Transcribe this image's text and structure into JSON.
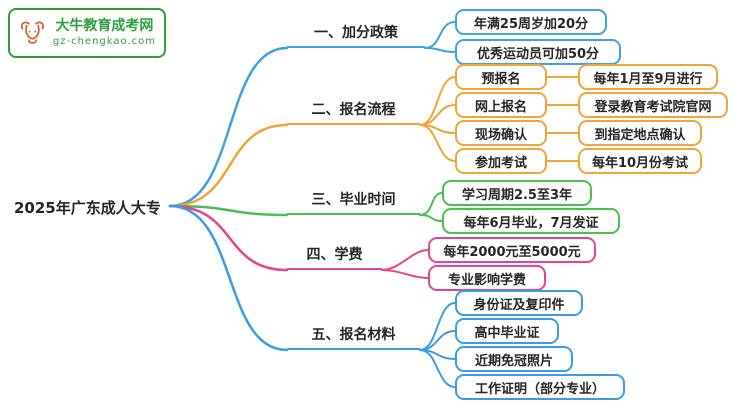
{
  "logo": {
    "title": "大牛教育成考网",
    "subtitle": "gz-chengkao.com",
    "border_color": "#2E9E41",
    "icon": "bull-icon",
    "icon_color": "#DD5A2B"
  },
  "root": {
    "label": "2025年广东成人大专"
  },
  "branches": [
    {
      "label": "一、加分政策",
      "color": "#41A0E8",
      "children": [
        {
          "label": "年满25周岁加20分"
        },
        {
          "label": "优秀运动员可加50分"
        }
      ]
    },
    {
      "label": "二、报名流程",
      "color": "#F0A63C",
      "children": [
        {
          "label": "预报名",
          "detail": "每年1月至9月进行"
        },
        {
          "label": "网上报名",
          "detail": "登录教育考试院官网"
        },
        {
          "label": "现场确认",
          "detail": "到指定地点确认"
        },
        {
          "label": "参加考试",
          "detail": "每年10月份考试"
        }
      ]
    },
    {
      "label": "三、毕业时间",
      "color": "#4DBE52",
      "children": [
        {
          "label": "学习周期2.5至3年"
        },
        {
          "label": "每年6月毕业，7月发证"
        }
      ]
    },
    {
      "label": "四、学费",
      "color": "#E8448B",
      "children": [
        {
          "label": "每年2000元至5000元"
        },
        {
          "label": "专业影响学费"
        }
      ]
    },
    {
      "label": "五、报名材料",
      "color": "#3B9BE9",
      "children": [
        {
          "label": "身份证及复印件"
        },
        {
          "label": "高中毕业证"
        },
        {
          "label": "近期免冠照片"
        },
        {
          "label": "工作证明（部分专业）"
        }
      ]
    }
  ]
}
